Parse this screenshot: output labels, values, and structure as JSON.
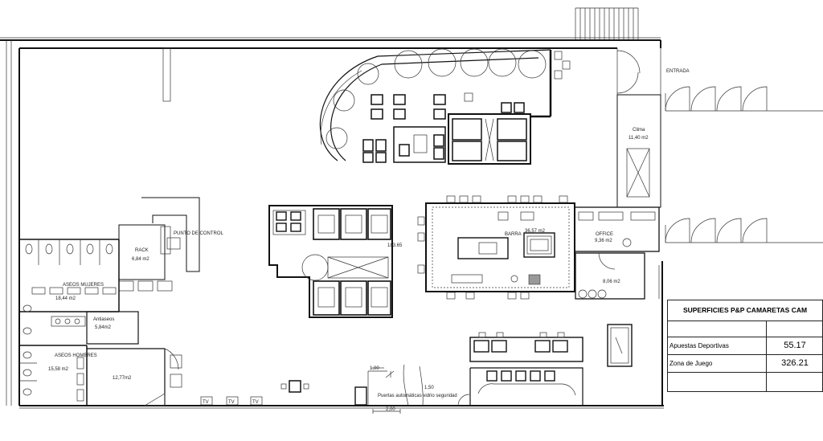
{
  "labels": {
    "entrance": "ENTRADA",
    "climate": "Clima",
    "climate_area": "11,40 m2",
    "rack": "RACK",
    "rack_area": "6,84 m2",
    "control_point": "PUNTO DE CONTROL",
    "women_toilets": "ASEOS MUJERES",
    "women_area": "18,44 m2",
    "antechamber": "Antiaseos",
    "antechamber_area": "5,84m2",
    "men_toilets": "ASEOS HOMBRES",
    "men_area": "15,58 m2",
    "storage_area": "12,77m2",
    "dimension": "183.65",
    "bar": "BARRA",
    "bar_area": "36,57 m2",
    "office": "OFFICE",
    "office_area": "9,36 m2",
    "back_room_area": "8,06 m2",
    "tv": "TV",
    "auto_doors": "Puertas automáticas vidrio seguridad",
    "dim_100": "1,00",
    "dim_150": "1,50",
    "dim_200": "2,00"
  },
  "summary": {
    "title": "SUPERFICIES P&P CAMARETAS CAM",
    "rows": [
      {
        "name": "Apuestas Deportivas",
        "value": "55.17"
      },
      {
        "name": "Zona de Juego",
        "value": "326.21"
      }
    ]
  }
}
